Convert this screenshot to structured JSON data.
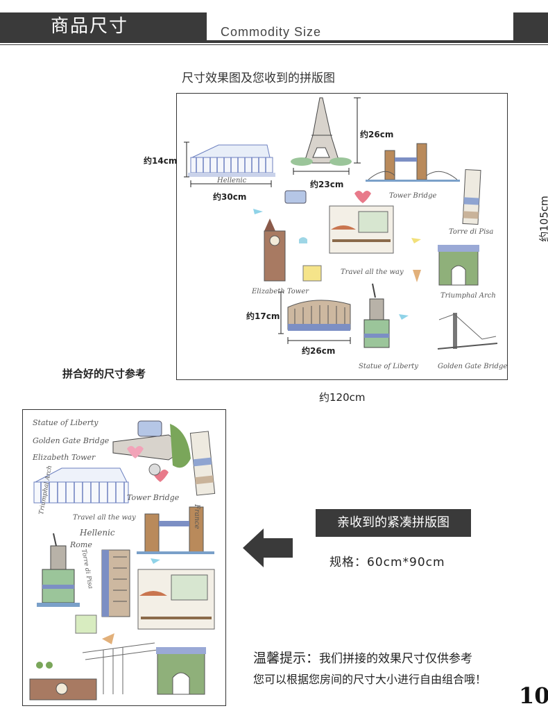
{
  "header": {
    "title": "商品尺寸",
    "subtitle": "Commodity Size"
  },
  "top_section": {
    "title": "尺寸效果图及您收到的拼版图",
    "reference_label": "拼合好的尺寸参考",
    "total_width": "约120cm",
    "total_height": "约105cm",
    "dimensions": {
      "hellenic_height": "约14cm",
      "hellenic_width": "约30cm",
      "eiffel_height": "约26cm",
      "eiffel_width": "约23cm",
      "colosseum_height": "约17cm",
      "colosseum_width": "约26cm"
    },
    "captions": {
      "hellenic": "Hellenic",
      "tower_bridge": "Tower Bridge",
      "pisa": "Torre di Pisa",
      "travel": "Travel all the way",
      "elizabeth": "Elizabeth Tower",
      "arch": "Triumphal Arch",
      "liberty": "Statue of Liberty",
      "golden_gate": "Golden Gate Bridge"
    }
  },
  "bottom_section": {
    "sheet_texts": {
      "liberty": "Statue of Liberty",
      "golden_gate": "Golden Gate Bridge",
      "elizabeth": "Elizabeth Tower",
      "tower_bridge": "Tower Bridge",
      "travel": "Travel all the way",
      "hellenic": "Hellenic",
      "rome": "Rome",
      "france": "France",
      "arch": "Triumphal Arch",
      "pisa": "Torre di Pisa"
    },
    "tag": "亲收到的紧凑拼版图",
    "spec": "规格：60cm*90cm",
    "tip_lead": "温馨提示：",
    "tip_line1": "我们拼接的效果尺寸仅供参考",
    "tip_line2": "您可以根据您房间的尺寸大小进行自由组合哦！"
  },
  "page_number": "10",
  "colors": {
    "dark": "#3a3a3a",
    "accent_blue": "#6b7fbf",
    "accent_green": "#7aa65a",
    "accent_pink": "#e87a8a"
  }
}
